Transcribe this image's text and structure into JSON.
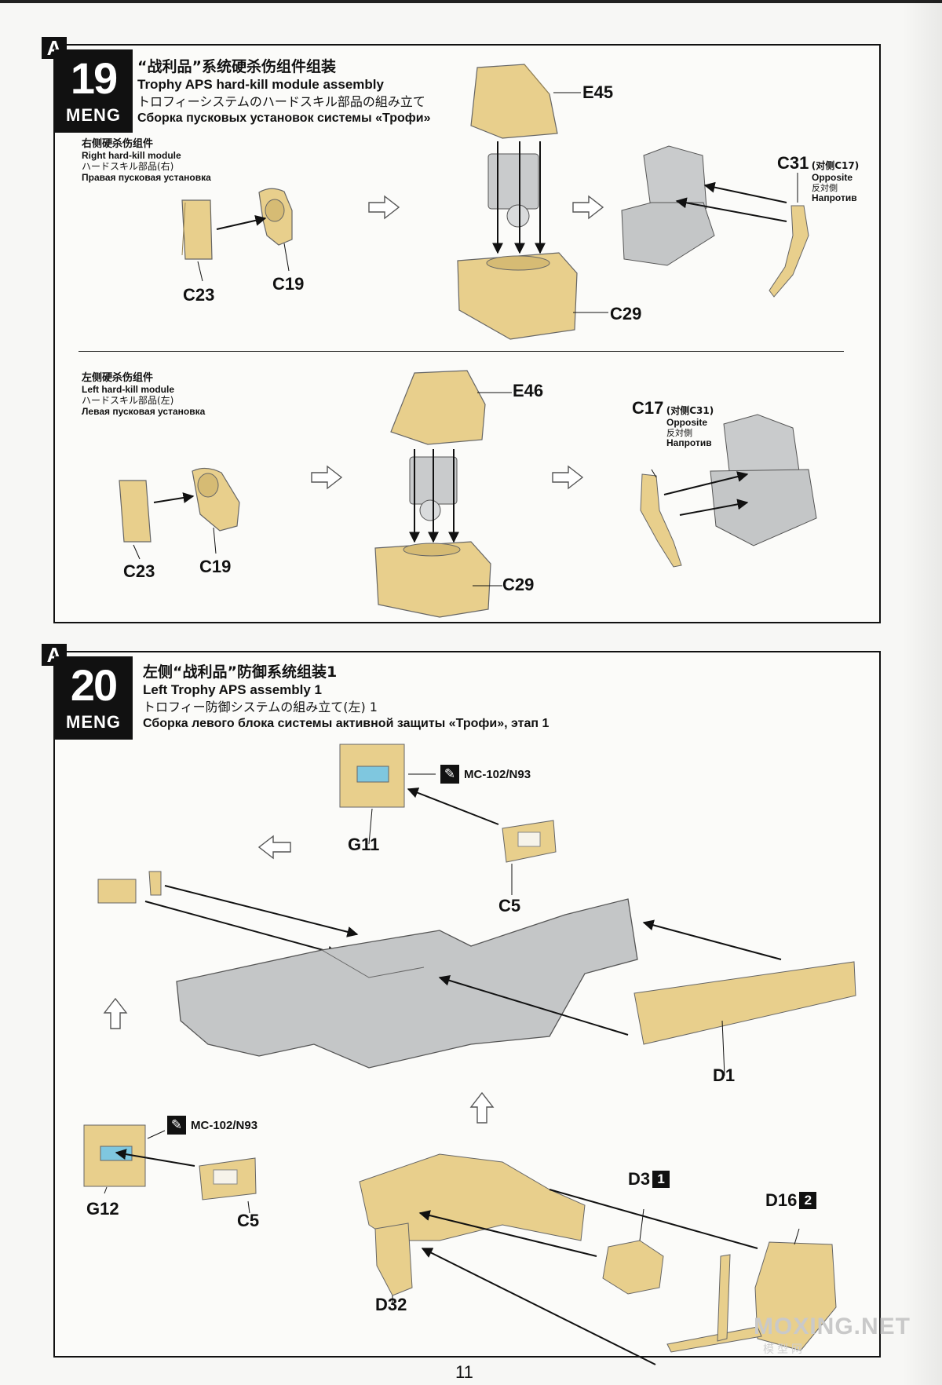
{
  "page": {
    "number": "11",
    "brand": "MENG"
  },
  "step19": {
    "section": "A",
    "number": "19",
    "title_zh": "“战利品”系统硬杀伤组件组装",
    "title_en": "Trophy APS hard-kill module assembly",
    "title_ja": "トロフィーシステムのハードスキル部品の組み立て",
    "title_ru": "Сборка пусковых установок системы «Трофи»",
    "right": {
      "zh": "右侧硬杀伤组件",
      "en": "Right hard-kill module",
      "ja": "ハードスキル部品(右)",
      "ru": "Правая пусковая установка"
    },
    "left": {
      "zh": "左侧硬杀伤组件",
      "en": "Left hard-kill module",
      "ja": "ハードスキル部品(左)",
      "ru": "Левая пусковая установка"
    },
    "parts": {
      "e45": "E45",
      "c23a": "C23",
      "c19a": "C19",
      "c29a": "C29",
      "c31": "C31",
      "e46": "E46",
      "c23b": "C23",
      "c19b": "C19",
      "c29b": "C29",
      "c17": "C17"
    },
    "c31_note": {
      "sup": "(对侧C17)",
      "en": "Opposite",
      "ja": "反対側",
      "ru": "Напротив"
    },
    "c17_note": {
      "sup": "(对侧C31)",
      "en": "Opposite",
      "ja": "反対側",
      "ru": "Напротив"
    }
  },
  "step20": {
    "section": "A",
    "number": "20",
    "title_zh": "左侧“战利品”防御系统组装1",
    "title_en": "Left Trophy APS assembly 1",
    "title_ja": "トロフィー防御システムの組み立て(左) 1",
    "title_ru": "Сборка левого блока системы активной защиты «Трофи», этап 1",
    "paint_code": "MC-102/N93",
    "parts": {
      "g11": "G11",
      "c5a": "C5",
      "d1": "D1",
      "g12": "G12",
      "c5b": "C5",
      "d3": "D3",
      "d16": "D16",
      "d32": "D32"
    },
    "d3_num": "1",
    "d16_num": "2"
  },
  "watermark": {
    "main": "MOXING.NET",
    "sub": "模型网"
  },
  "colors": {
    "tan": "#e8cf8c",
    "grey": "#c4c6c7",
    "ink": "#111111"
  }
}
